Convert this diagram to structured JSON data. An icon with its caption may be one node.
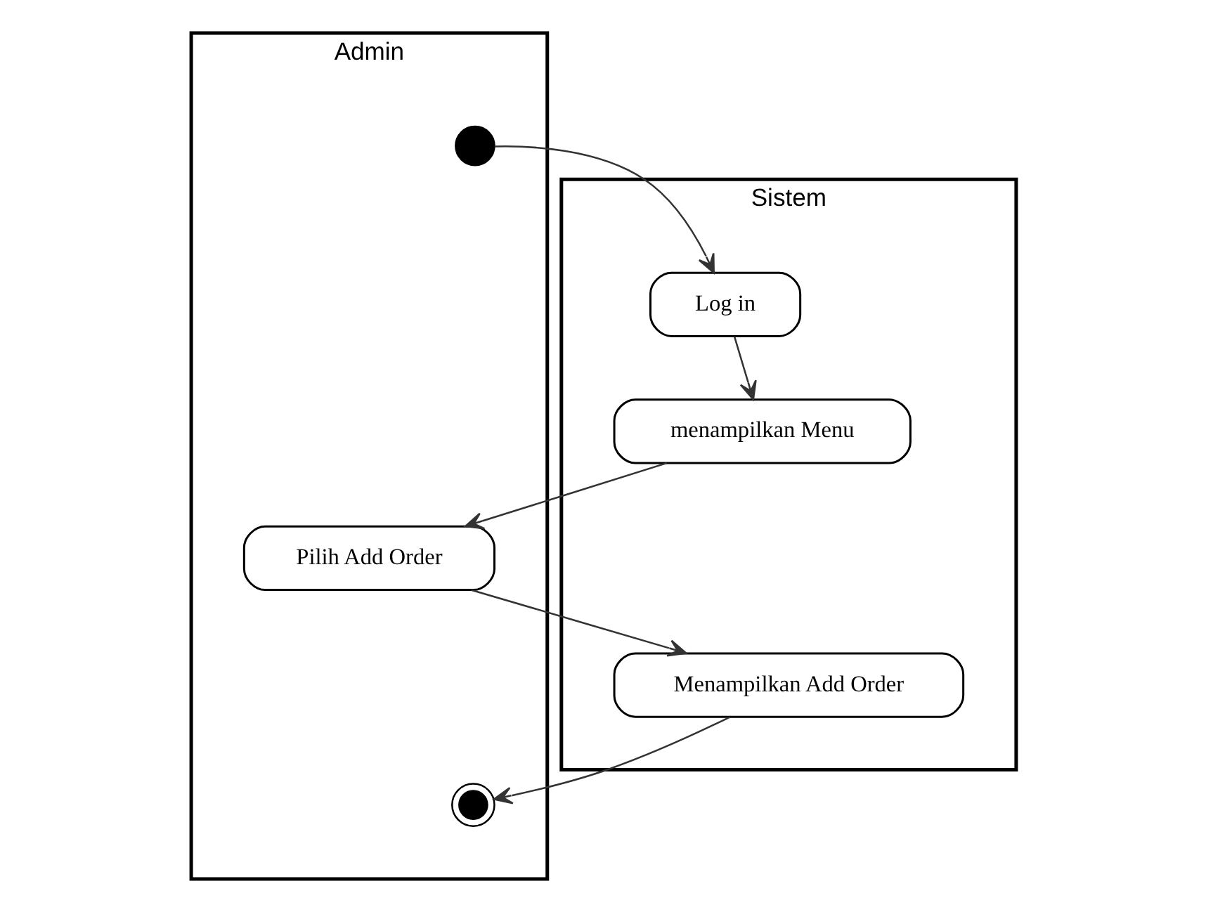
{
  "diagram": {
    "nodes": [
      {
        "text": [
          "Admin"
        ]
      },
      {
        "text": [
          "Sistem"
        ]
      },
      {
        "text": [],
        "shape": "circle",
        "in": 0
      },
      {
        "text": [
          "Log in"
        ],
        "in": 1
      },
      {
        "text": [
          "menampilkan Menu"
        ],
        "in": 1
      },
      {
        "text": [
          "Pilih Add Order"
        ],
        "in": 0
      },
      {
        "text": [
          "Menampilkan Add Order"
        ],
        "in": 1
      },
      {
        "text": [],
        "shape": "bullseye",
        "in": 0
      }
    ],
    "edges": [
      {
        "from": 2,
        "to": 3,
        "arrow": "to"
      },
      {
        "from": 3,
        "to": 4,
        "arrow": "to"
      },
      {
        "from": 4,
        "to": 5,
        "arrow": "to"
      },
      {
        "from": 5,
        "to": 6,
        "arrow": "to"
      },
      {
        "from": 6,
        "to": 7,
        "arrow": "to"
      }
    ]
  }
}
